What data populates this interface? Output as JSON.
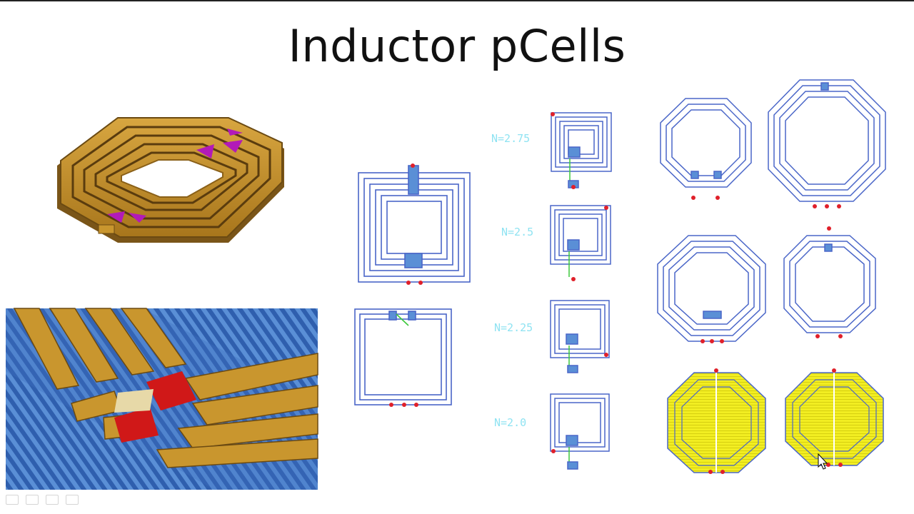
{
  "slide": {
    "title": "Inductor pCells"
  },
  "labels": {
    "n275": "N=2.75",
    "n25": "N=2.5",
    "n225": "N=2.25",
    "n20": "N=2.0"
  },
  "colors": {
    "trace": "#4a66c8",
    "gold": "#c9962e",
    "fill_yellow": "#f2ee22",
    "pin_red": "#e0202a",
    "via_blue": "#5a8fd6",
    "label_cyan": "#8fe3f2"
  }
}
